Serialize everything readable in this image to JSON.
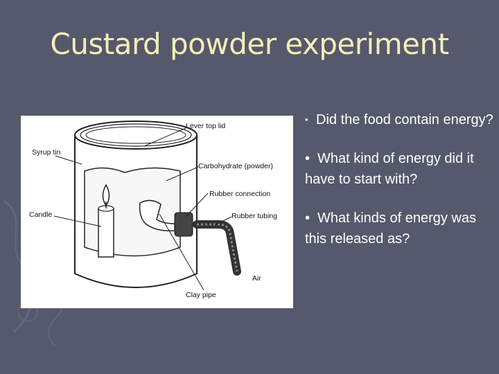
{
  "slide": {
    "title": "Custard powder experiment",
    "bullets": [
      {
        "marker": "•",
        "text": "Did the food contain energy?"
      },
      {
        "marker": "•",
        "text": "What kind of energy did it have to start with?"
      },
      {
        "marker": "•",
        "text": "What kinds of energy was this released as?"
      }
    ]
  },
  "figure": {
    "labels": {
      "lid": "Lever top lid",
      "tin": "Syrup tin",
      "carb": "Carbohydrate (powder)",
      "rubber_conn": "Rubber connection",
      "candle": "Candle",
      "tubing": "Rubber tubing",
      "air": "Air",
      "pipe": "Clay pipe"
    }
  },
  "colors": {
    "background": "#56596b",
    "title": "#f3eeb8",
    "text": "#ffffff"
  }
}
